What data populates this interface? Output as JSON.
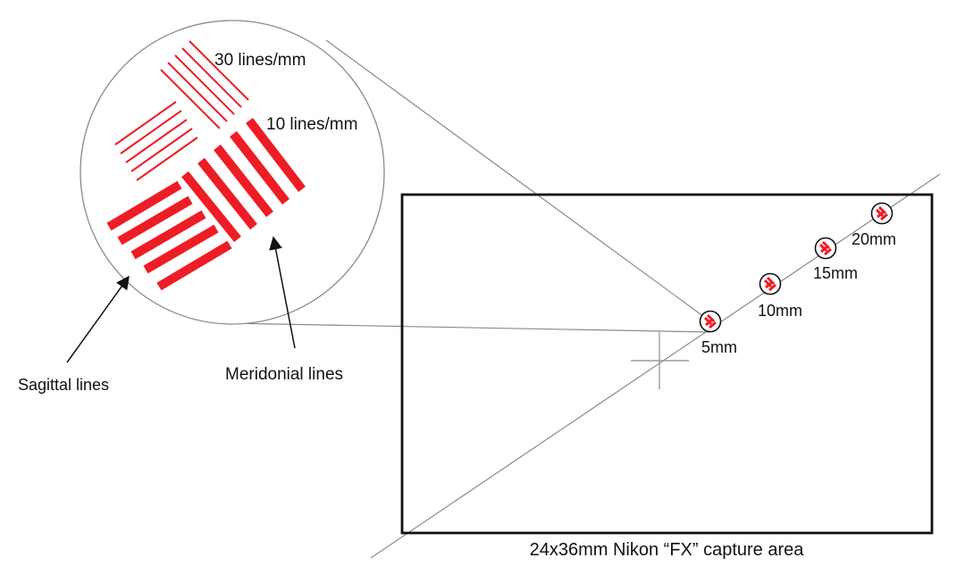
{
  "colors": {
    "target_red": "#ee1c25",
    "line": "#8a8a8a",
    "frame": "#111111",
    "text": "#111111"
  },
  "magnifier": {
    "label_30": "30 lines/mm",
    "label_10": "10 lines/mm",
    "label_sagittal": "Sagittal lines",
    "label_meridional": "Meridonial lines"
  },
  "frame": {
    "caption": "24x36mm Nikon “FX” capture area"
  },
  "targets": [
    {
      "label": "5mm"
    },
    {
      "label": "10mm"
    },
    {
      "label": "15mm"
    },
    {
      "label": "20mm"
    }
  ]
}
